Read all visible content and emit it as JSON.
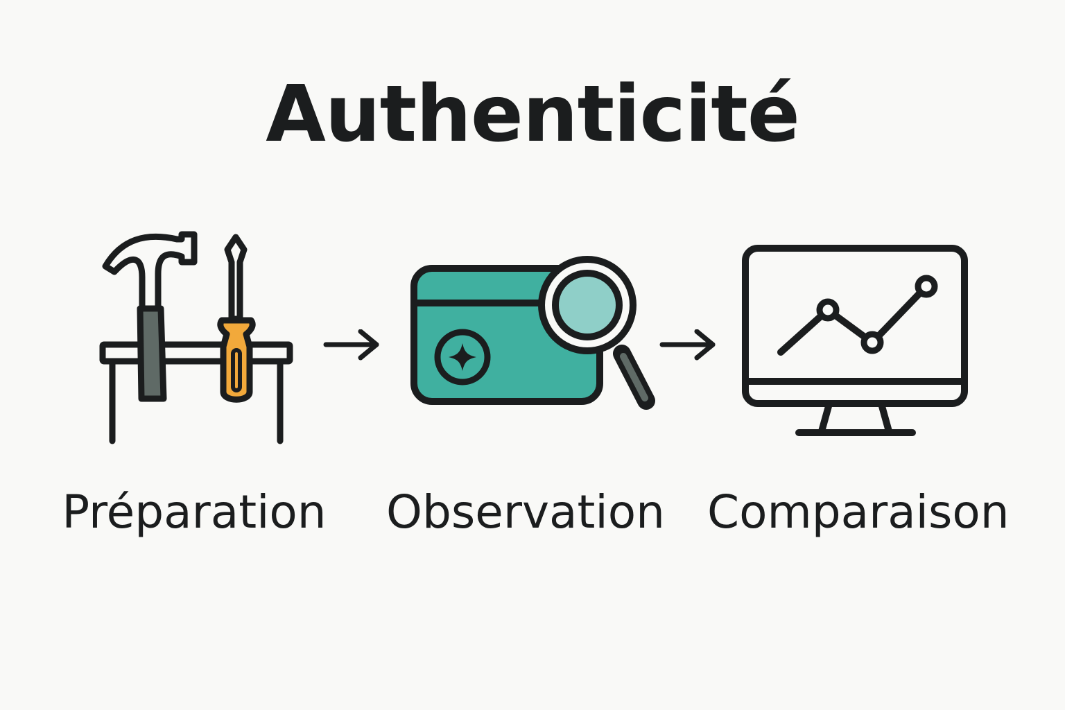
{
  "title": "Authenticité",
  "steps": [
    {
      "label": "Préparation",
      "icon": "tools-on-workbench-icon"
    },
    {
      "label": "Observation",
      "icon": "card-with-magnifier-icon"
    },
    {
      "label": "Comparaison",
      "icon": "monitor-line-chart-icon"
    }
  ],
  "arrows": [
    "arrow-right-icon",
    "arrow-right-icon"
  ],
  "colors": {
    "background": "#f9f9f7",
    "stroke": "#1b1d1e",
    "teal": "#40b0a0",
    "lens": "#8fcfc8",
    "handle_gray": "#5f6a66",
    "orange": "#f2a93b"
  }
}
